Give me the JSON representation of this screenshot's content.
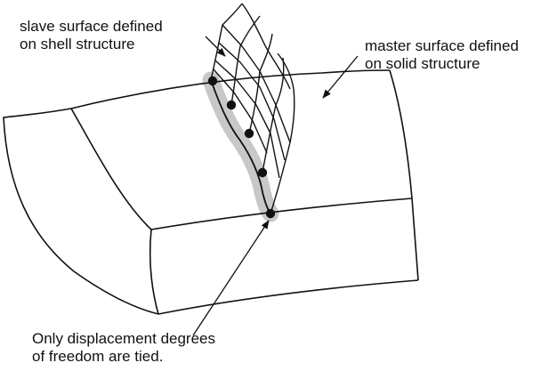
{
  "labels": {
    "slave": {
      "line1": "slave surface defined",
      "line2": "on shell structure"
    },
    "master": {
      "line1": "master surface defined",
      "line2": "on solid structure"
    },
    "note": {
      "line1": "Only displacement degrees",
      "line2": "of freedom are tied."
    }
  },
  "colors": {
    "line": "#111111",
    "highlight": "#c8c8c8"
  },
  "icons": {
    "node": "filled-circle",
    "pointer": "arrow"
  }
}
